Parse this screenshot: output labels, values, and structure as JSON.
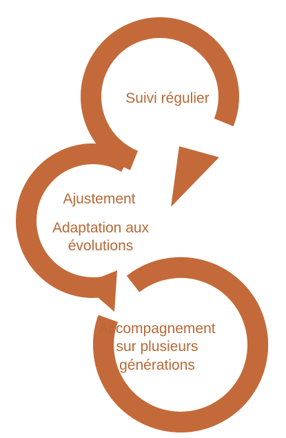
{
  "accent_color": "#c46a3a",
  "text_color": "#b86834",
  "steps": [
    {
      "label": "Suivi régulier"
    },
    {
      "label": "Ajustement"
    },
    {
      "label": "Adaptation aux\névolutions"
    },
    {
      "label": "Accompagnement\nsur plusieurs\ngénérations"
    }
  ]
}
